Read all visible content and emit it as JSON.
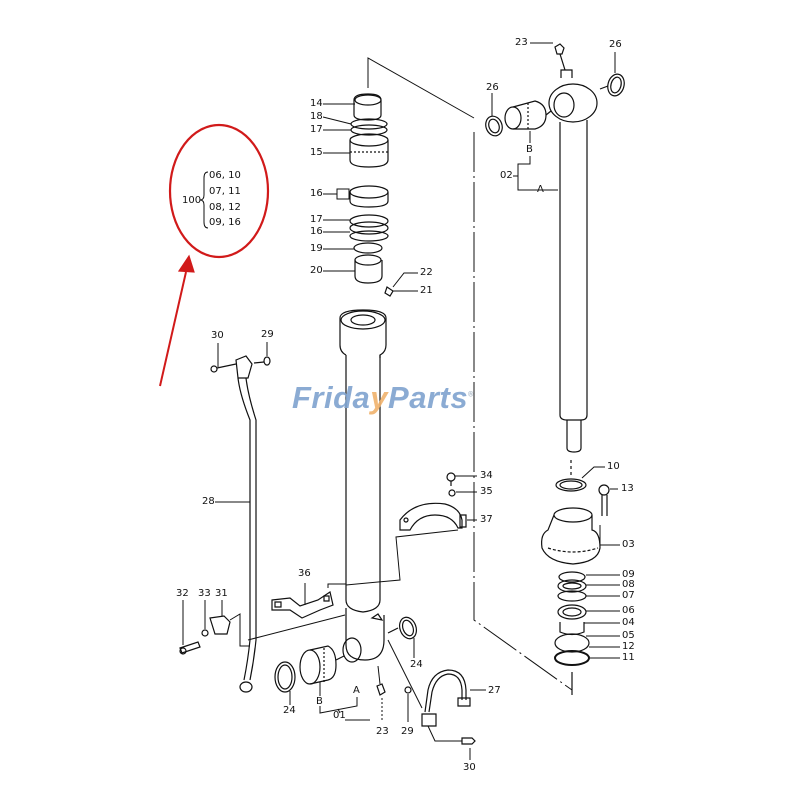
{
  "diagram": {
    "type": "exploded parts diagram",
    "subject": "hydraulic cylinder assembly",
    "watermark": {
      "brand_part1": "Frida",
      "brand_y": "y",
      "brand_part2": "Parts",
      "mark": "®"
    },
    "callout_box": {
      "parent": "100",
      "items": [
        "06, 10",
        "07, 11",
        "08, 12",
        "09, 16"
      ],
      "highlight_color": "#d11a1a"
    },
    "labels": {
      "p14": "14",
      "p18a": "18",
      "p17a": "17",
      "p15": "15",
      "p16a": "16",
      "p17b": "17",
      "p16b": "16",
      "p19": "19",
      "p20": "20",
      "p22": "22",
      "p21": "21",
      "p23a": "23",
      "p26a": "26",
      "p26b": "26",
      "pB1": "B",
      "p02": "02",
      "pA1": "A",
      "p10": "10",
      "p13": "13",
      "p03": "03",
      "p09": "09",
      "p08": "08",
      "p07": "07",
      "p06": "06",
      "p04": "04",
      "p05": "05",
      "p12": "12",
      "p11": "11",
      "p30a": "30",
      "p29a": "29",
      "p28": "28",
      "p34": "34",
      "p35": "35",
      "p37": "37",
      "p36": "36",
      "p32": "32",
      "p33": "33",
      "p31": "31",
      "p24a": "24",
      "p24b": "24",
      "pB2": "B",
      "p01": "01",
      "pA2": "A",
      "p23b": "23",
      "p29b": "29",
      "p27": "27",
      "p30b": "30"
    },
    "colors": {
      "line": "#111111",
      "highlight": "#d11a1a",
      "watermark_blue": "#7fa3cf",
      "watermark_orange": "#f0b26c"
    }
  }
}
